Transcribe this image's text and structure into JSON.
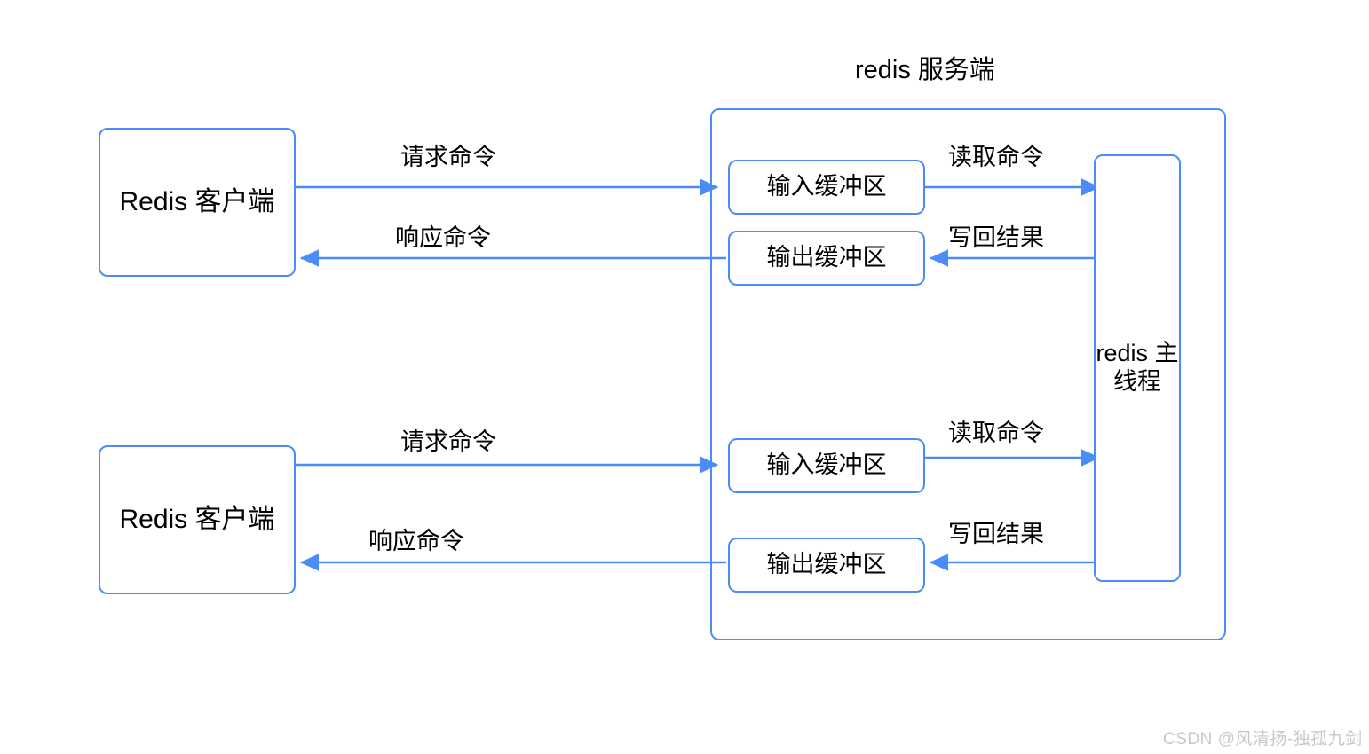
{
  "diagram": {
    "title": "redis 服务端",
    "accent_color": "#4b8df8",
    "text_color": "#000000",
    "background_color": "#ffffff",
    "watermark": "CSDN @风清扬-独孤九剑"
  },
  "nodes": {
    "client_top": {
      "label": "Redis 客户端"
    },
    "client_bottom": {
      "label": "Redis 客户端"
    },
    "server_container": {
      "label": ""
    },
    "input_buffer_top": {
      "label": "输入缓冲区"
    },
    "output_buffer_top": {
      "label": "输出缓冲区"
    },
    "input_buffer_bottom": {
      "label": "输入缓冲区"
    },
    "output_buffer_bottom": {
      "label": "输出缓冲区"
    },
    "main_thread": {
      "label": "redis 主线程"
    }
  },
  "edges": {
    "request_top": {
      "label": "请求命令"
    },
    "response_top": {
      "label": "响应命令"
    },
    "read_top": {
      "label": "读取命令"
    },
    "writeback_top": {
      "label": "写回结果"
    },
    "request_bottom": {
      "label": "请求命令"
    },
    "response_bottom": {
      "label": "响应命令"
    },
    "read_bottom": {
      "label": "读取命令"
    },
    "writeback_bottom": {
      "label": "写回结果"
    }
  }
}
